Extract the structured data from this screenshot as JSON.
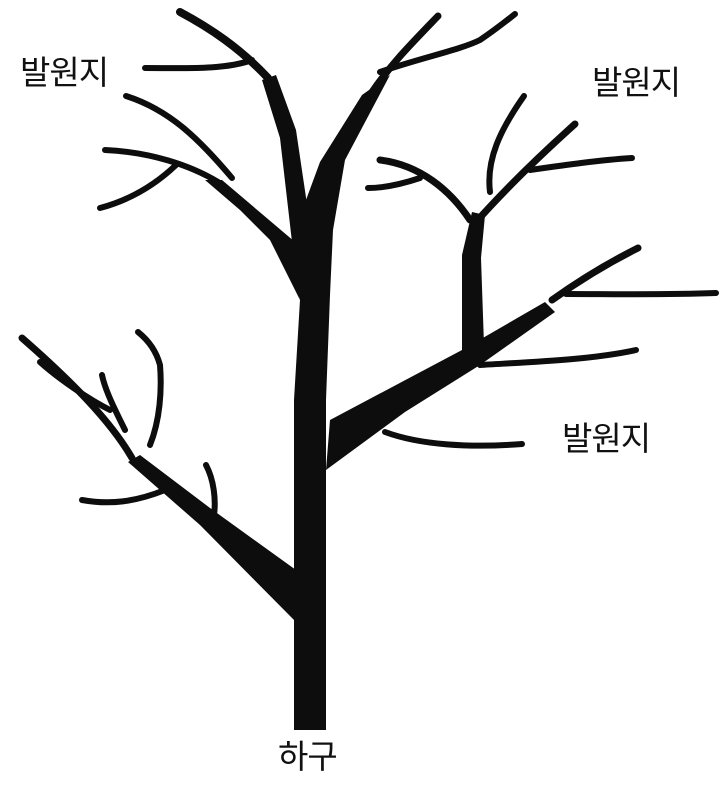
{
  "labels": {
    "source_top_left": "발원지",
    "source_top_right": "발원지",
    "source_right": "발원지",
    "mouth": "하구"
  },
  "colors": {
    "river": "#0d0d0d",
    "text": "#111111",
    "background": "#ffffff"
  },
  "diagram": {
    "kind": "river system tree diagram (tributaries converging to a main channel)"
  }
}
